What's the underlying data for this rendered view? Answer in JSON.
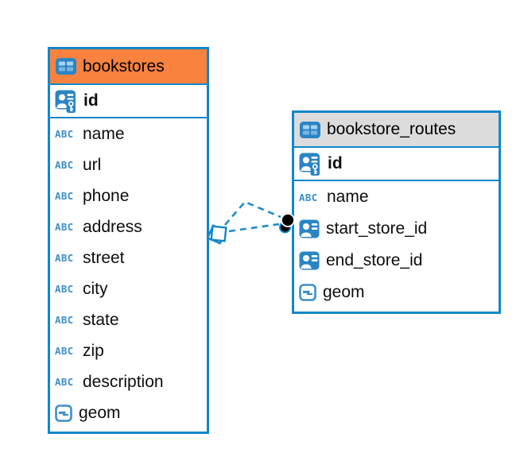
{
  "colors": {
    "accent_blue": "#1287c9",
    "icon_blue": "#2b85c4",
    "bookstores_header_orange": "#f8823e",
    "routes_header_gray": "#dcdcdc",
    "relationship_line_blue": "#1f8ccc",
    "text": "#0d0d0d"
  },
  "icons": {
    "text_type_glyph": "ABC"
  },
  "tables": [
    {
      "name": "bookstores",
      "columns": [
        {
          "name": "id",
          "icon": "primary-key-icon"
        },
        {
          "name": "name",
          "icon": "text-icon"
        },
        {
          "name": "url",
          "icon": "text-icon"
        },
        {
          "name": "phone",
          "icon": "text-icon"
        },
        {
          "name": "address",
          "icon": "text-icon"
        },
        {
          "name": "street",
          "icon": "text-icon"
        },
        {
          "name": "city",
          "icon": "text-icon"
        },
        {
          "name": "state",
          "icon": "text-icon"
        },
        {
          "name": "zip",
          "icon": "text-icon"
        },
        {
          "name": "description",
          "icon": "text-icon"
        },
        {
          "name": "geom",
          "icon": "object-icon"
        }
      ]
    },
    {
      "name": "bookstore_routes",
      "columns": [
        {
          "name": "id",
          "icon": "primary-key-icon"
        },
        {
          "name": "name",
          "icon": "text-icon"
        },
        {
          "name": "start_store_id",
          "icon": "reference-icon"
        },
        {
          "name": "end_store_id",
          "icon": "reference-icon"
        },
        {
          "name": "geom",
          "icon": "object-icon"
        }
      ]
    }
  ],
  "relationships": [
    {
      "from": "bookstores",
      "to": "bookstore_routes",
      "style": "dashed"
    },
    {
      "from": "bookstores",
      "to": "bookstore_routes",
      "style": "dashed"
    }
  ]
}
